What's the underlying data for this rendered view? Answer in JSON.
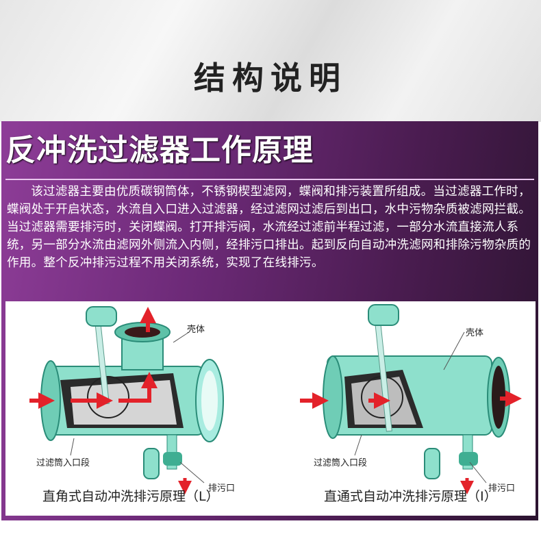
{
  "header": {
    "title": "结构说明"
  },
  "panel": {
    "heading": "反冲洗过滤器工作原理",
    "description": "该过滤器主要由优质碳钢筒体，不锈钢楔型滤网，蝶阀和排污装置所组成。当过滤器工作时，蝶阀处于开启状态，水流自入口进入过滤器，经过滤网过滤后到出口，水中污物杂质被滤网拦截。当过滤器需要排污时，关闭蝶阀。打开排污阀，水流经过滤前半程过滤，一部分水流直接流人系统，另一部分水流由滤网外侧流入内侧，经排污口排出。起到反向自动冲洗滤网和排除污物杂质的作用。整个反冲排污过程不用关闭系统，实现了在线排污。"
  },
  "diagrams": [
    {
      "caption": "直角式自动冲洗排污原理（L）",
      "labels": {
        "shell": "壳体",
        "inlet": "过滤筒入口段",
        "drain": "排污口"
      }
    },
    {
      "caption": "直通式自动冲洗排污原理（I）",
      "labels": {
        "shell": "壳体",
        "inlet": "过滤筒入口段",
        "drain": "排污口"
      }
    }
  ],
  "colors": {
    "body": "#7fd8c4",
    "arrow": "#e3222a",
    "panel": "#6d2a78"
  }
}
